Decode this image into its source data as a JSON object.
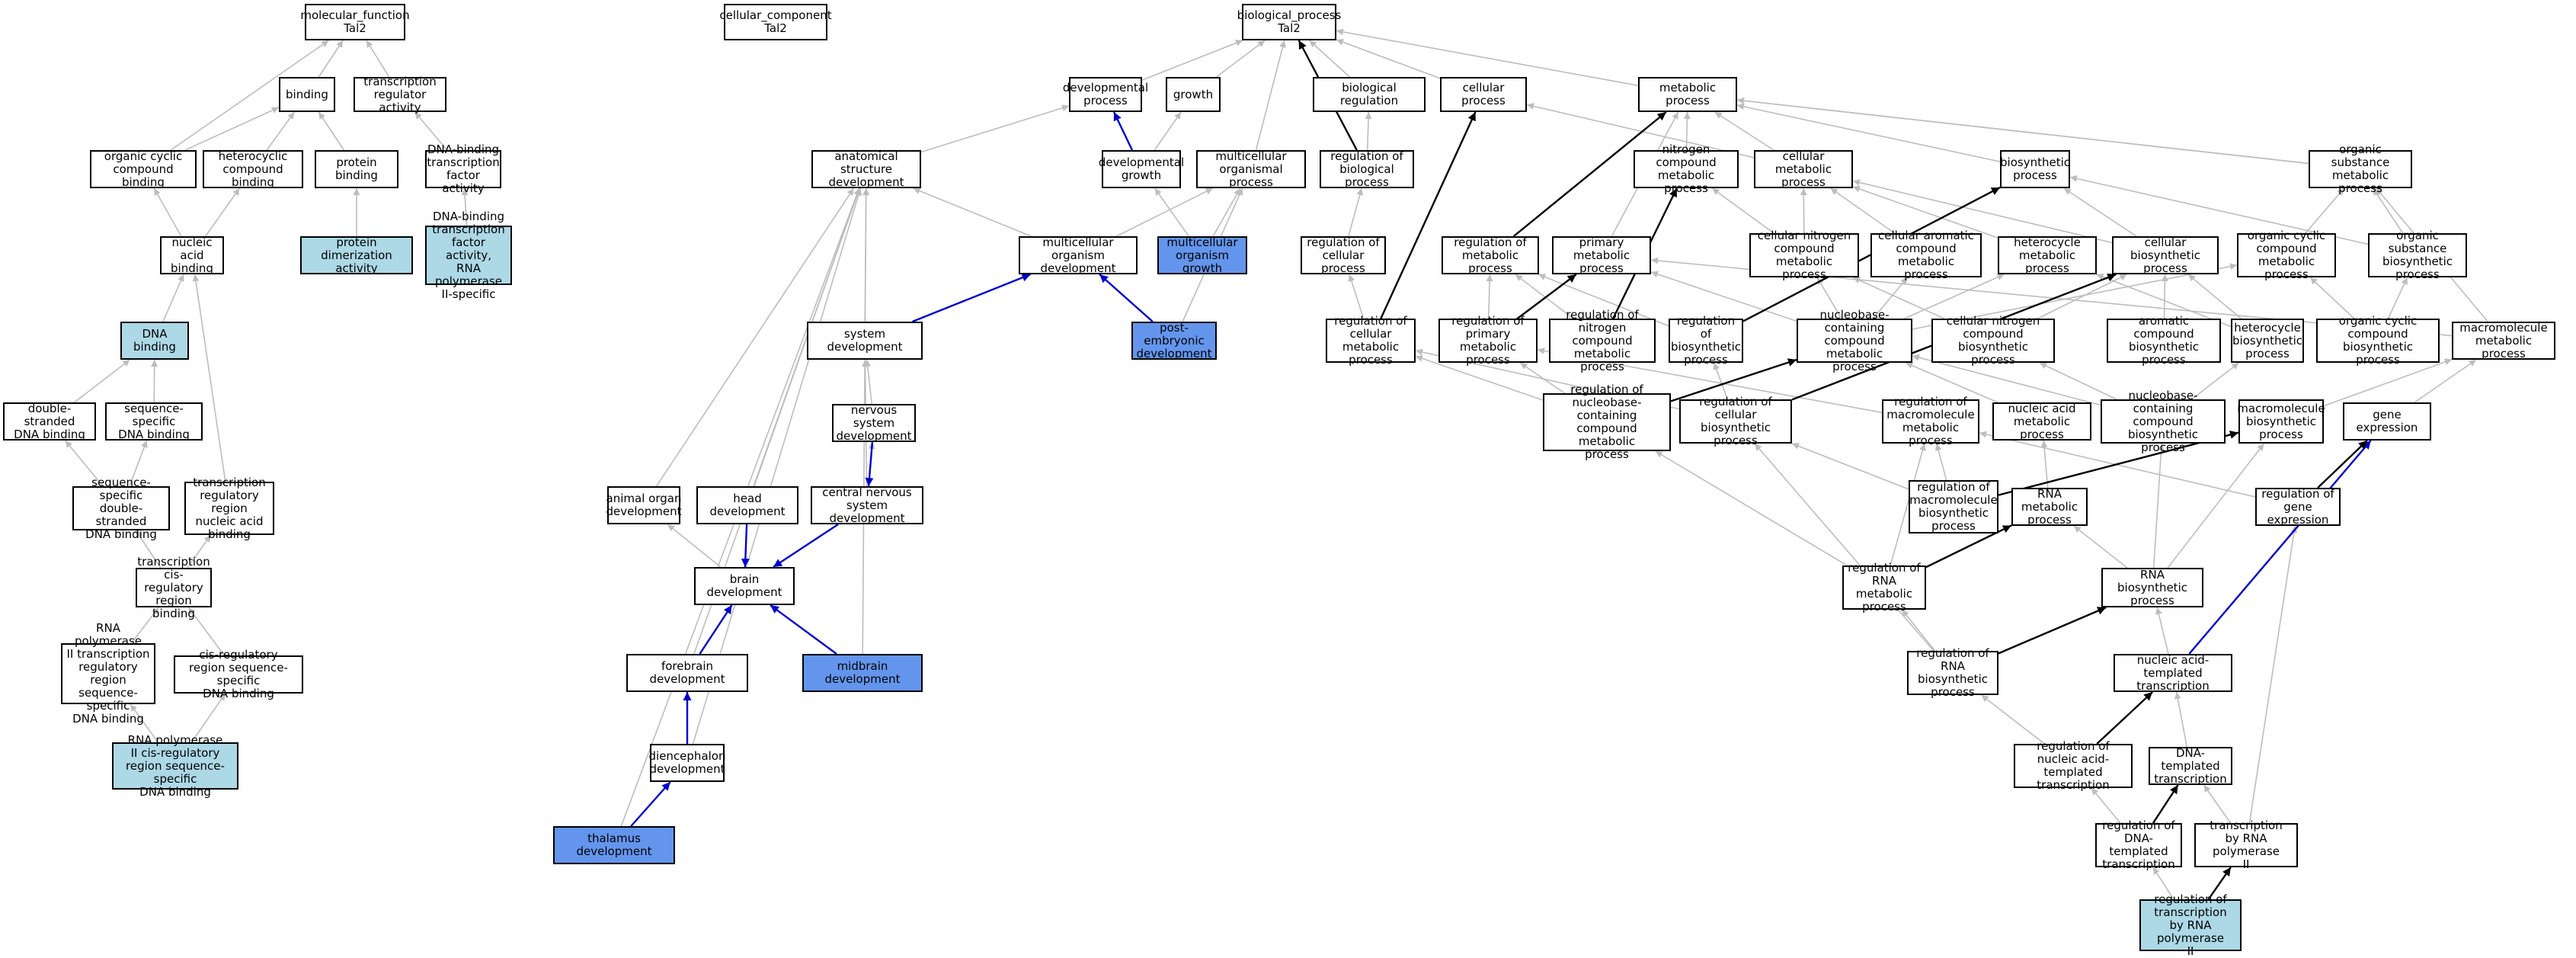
{
  "colors": {
    "light": "#add8e6",
    "blue": "#6495ed",
    "edge_gray": "#bdbdbd",
    "edge_black": "#000000",
    "edge_blue": "#0000cc"
  },
  "nodes": {
    "mf_root": {
      "label": "molecular_function\nTal2"
    },
    "binding": {
      "label": "binding"
    },
    "tra": {
      "label": "transcription\nregulator activity"
    },
    "occb": {
      "label": "organic cyclic\ncompound binding"
    },
    "hcb": {
      "label": "heterocyclic\ncompound binding"
    },
    "pb": {
      "label": "protein binding"
    },
    "dbtfa": {
      "label": "DNA-binding\ntranscription\nfactor activity"
    },
    "nab": {
      "label": "nucleic acid\nbinding"
    },
    "pda": {
      "label": "protein dimerization\nactivity"
    },
    "dbtfa2": {
      "label": "DNA-binding\ntranscription\nfactor activity,\nRNA polymerase\nII-specific"
    },
    "dnab": {
      "label": "DNA binding"
    },
    "dsdb": {
      "label": "double-stranded\nDNA binding"
    },
    "ssdb": {
      "label": "sequence-specific\nDNA binding"
    },
    "ssdsdb": {
      "label": "sequence-specific\ndouble-stranded\nDNA binding"
    },
    "trrnab": {
      "label": "transcription\nregulatory region\nnucleic acid\nbinding"
    },
    "tcrb": {
      "label": "transcription\ncis-regulatory\nregion binding"
    },
    "rp2trr": {
      "label": "RNA polymerase\nII transcription\nregulatory region\nsequence-specific\nDNA binding"
    },
    "crssdb": {
      "label": "cis-regulatory\nregion sequence-specific\nDNA binding"
    },
    "rp2crr": {
      "label": "RNA polymerase\nII cis-regulatory\nregion sequence-specific\nDNA binding"
    },
    "cc_root": {
      "label": "cellular_component\nTal2"
    },
    "bp_root": {
      "label": "biological_process\nTal2"
    },
    "devproc": {
      "label": "developmental\nprocess"
    },
    "growth": {
      "label": "growth"
    },
    "bioreg": {
      "label": "biological regulation"
    },
    "cellproc": {
      "label": "cellular process"
    },
    "metproc": {
      "label": "metabolic process"
    },
    "asd": {
      "label": "anatomical structure\ndevelopment"
    },
    "devgrowth": {
      "label": "developmental\ngrowth"
    },
    "mop": {
      "label": "multicellular\norganismal process"
    },
    "rbp": {
      "label": "regulation of\nbiological process"
    },
    "ncmp": {
      "label": "nitrogen compound\nmetabolic process"
    },
    "cmp": {
      "label": "cellular metabolic\nprocess"
    },
    "biosyn": {
      "label": "biosynthetic\nprocess"
    },
    "osmp": {
      "label": "organic substance\nmetabolic process"
    },
    "mod": {
      "label": "multicellular\norganism development"
    },
    "mog": {
      "label": "multicellular\norganism growth"
    },
    "rcp": {
      "label": "regulation of\ncellular process"
    },
    "rmp": {
      "label": "regulation of\nmetabolic process"
    },
    "pmp": {
      "label": "primary metabolic\nprocess"
    },
    "cncmp": {
      "label": "cellular nitrogen\ncompound metabolic\nprocess"
    },
    "cacmp": {
      "label": "cellular aromatic\ncompound metabolic\nprocess"
    },
    "hmp": {
      "label": "heterocycle\nmetabolic process"
    },
    "cbp": {
      "label": "cellular biosynthetic\nprocess"
    },
    "occmp": {
      "label": "organic cyclic\ncompound metabolic\nprocess"
    },
    "osbp": {
      "label": "organic substance\nbiosynthetic\nprocess"
    },
    "sysdev": {
      "label": "system development"
    },
    "ped": {
      "label": "post-embryonic\ndevelopment"
    },
    "rcmp": {
      "label": "regulation of\ncellular metabolic\nprocess"
    },
    "rpmp": {
      "label": "regulation of\nprimary metabolic\nprocess"
    },
    "rncmp": {
      "label": "regulation of\nnitrogen compound\nmetabolic process"
    },
    "rbsp": {
      "label": "regulation of\nbiosynthetic\nprocess"
    },
    "nbcmp": {
      "label": "nucleobase-containing\ncompound metabolic\nprocess"
    },
    "cncbp": {
      "label": "cellular nitrogen\ncompound biosynthetic\nprocess"
    },
    "acbp": {
      "label": "aromatic compound\nbiosynthetic\nprocess"
    },
    "hbp": {
      "label": "heterocycle\nbiosynthetic\nprocess"
    },
    "occbp": {
      "label": "organic cyclic\ncompound biosynthetic\nprocess"
    },
    "mmp": {
      "label": "macromolecule\nmetabolic process"
    },
    "nsd": {
      "label": "nervous system\ndevelopment"
    },
    "rnbcmp": {
      "label": "regulation of\nnucleobase-containing\ncompound metabolic\nprocess"
    },
    "rcbp": {
      "label": "regulation of\ncellular biosynthetic\nprocess"
    },
    "rmmp": {
      "label": "regulation of\nmacromolecule\nmetabolic process"
    },
    "namp": {
      "label": "nucleic acid\nmetabolic process"
    },
    "nbcbp": {
      "label": "nucleobase-containing\ncompound biosynthetic\nprocess"
    },
    "mbp": {
      "label": "macromolecule\nbiosynthetic\nprocess"
    },
    "ge": {
      "label": "gene expression"
    },
    "aod": {
      "label": "animal organ\ndevelopment"
    },
    "hd": {
      "label": "head development"
    },
    "cnsd": {
      "label": "central nervous\nsystem development"
    },
    "rmbp": {
      "label": "regulation of\nmacromolecule\nbiosynthetic\nprocess"
    },
    "rnamp": {
      "label": "RNA metabolic\nprocess"
    },
    "rge": {
      "label": "regulation of\ngene expression"
    },
    "bd": {
      "label": "brain development"
    },
    "rrnamp": {
      "label": "regulation of\nRNA metabolic\nprocess"
    },
    "rnabp": {
      "label": "RNA biosynthetic\nprocess"
    },
    "fd": {
      "label": "forebrain development"
    },
    "md": {
      "label": "midbrain development"
    },
    "rrnabp": {
      "label": "regulation of\nRNA biosynthetic\nprocess"
    },
    "natt": {
      "label": "nucleic acid-templated\ntranscription"
    },
    "dd": {
      "label": "diencephalon\ndevelopment"
    },
    "rnatt": {
      "label": "regulation of\nnucleic acid-templated\ntranscription"
    },
    "dtt": {
      "label": "DNA-templated\ntranscription"
    },
    "td": {
      "label": "thalamus development"
    },
    "rdtt": {
      "label": "regulation of\nDNA-templated\ntranscription"
    },
    "trp2": {
      "label": "transcription\nby RNA polymerase\nII"
    },
    "rtrp2": {
      "label": "regulation of\ntranscription\nby RNA polymerase\nII"
    }
  }
}
